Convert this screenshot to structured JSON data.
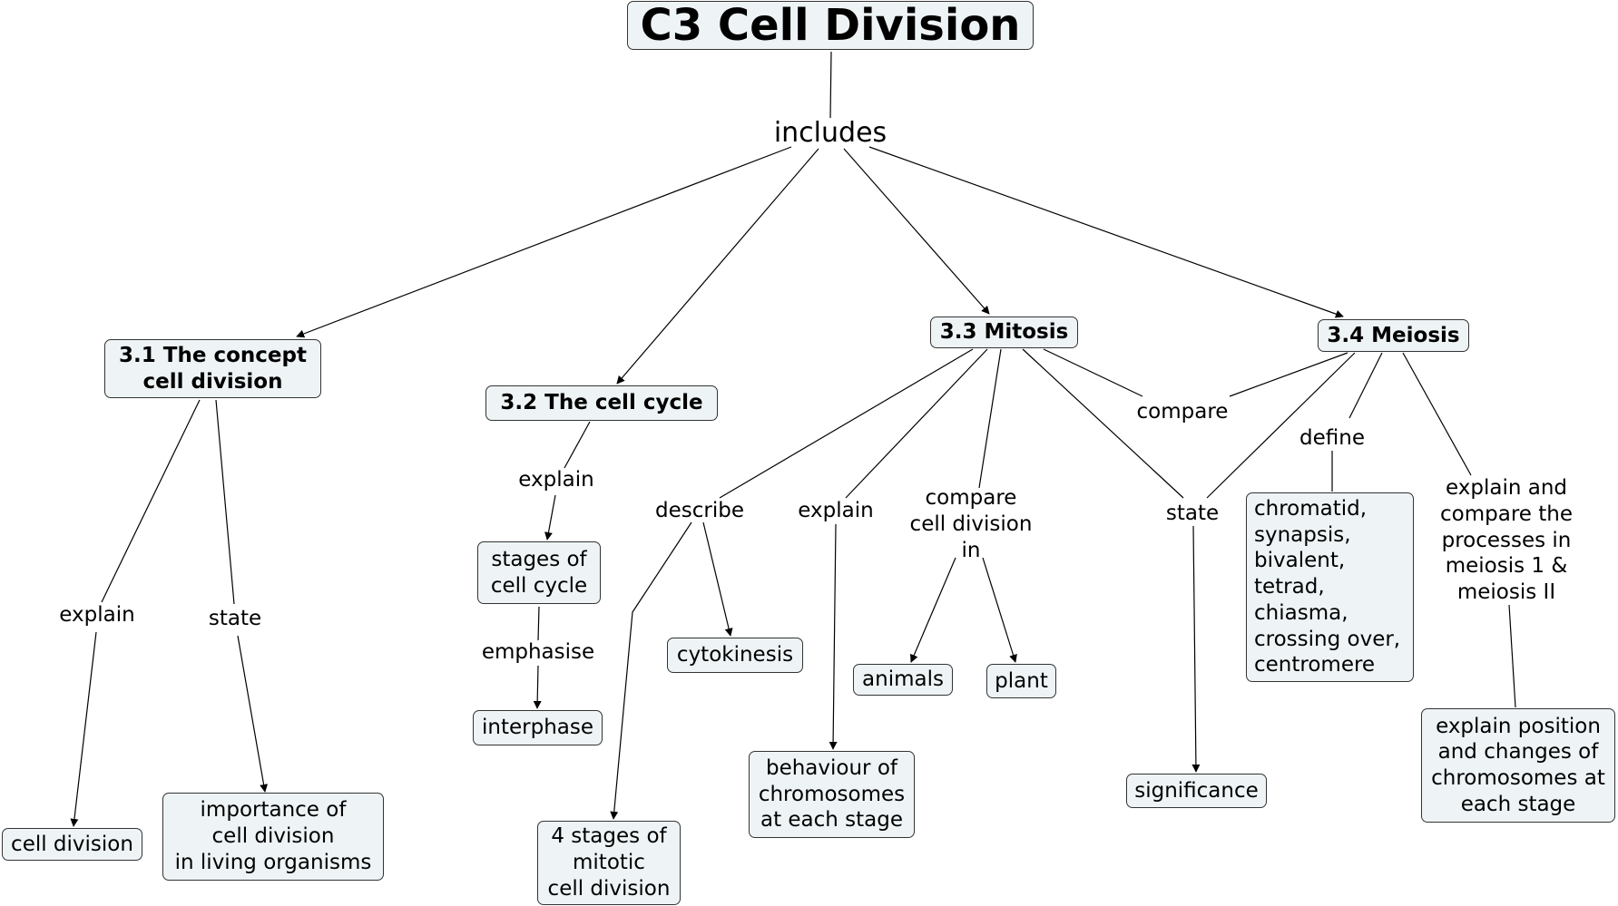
{
  "title": "C3  Cell Division",
  "hub_label": "includes",
  "topics": {
    "t31": "3.1 The concept\ncell division",
    "t32": "3.2  The cell cycle",
    "t33": "3.3 Mitosis",
    "t34": "3.4 Meiosis"
  },
  "links": {
    "explain_31": "explain",
    "state_31": "state",
    "explain_32": "explain",
    "emphasise": "emphasise",
    "describe": "describe",
    "explain_33": "explain",
    "compare_in": "compare\ncell division\nin",
    "compare": "compare",
    "state_34": "state",
    "define": "define",
    "explain_compare": "explain and\ncompare the\nprocesses in\nmeiosis 1 &\nmeiosis II"
  },
  "concepts": {
    "cell_division": "cell division",
    "importance": "importance of\ncell division\nin living organisms",
    "stages": "stages of\ncell cycle",
    "interphase": "interphase",
    "four_stages": "4 stages of\nmitotic\ncell division",
    "cytokinesis": "cytokinesis",
    "behaviour": "behaviour of\nchromosomes\nat each stage",
    "animals": "animals",
    "plant": "plant",
    "significance": "significance",
    "terms": "chromatid,\nsynapsis,\nbivalent,\ntetrad,\nchiasma,\ncrossing over,\ncentromere",
    "position": "explain position\nand changes of\nchromosomes at\neach stage"
  }
}
